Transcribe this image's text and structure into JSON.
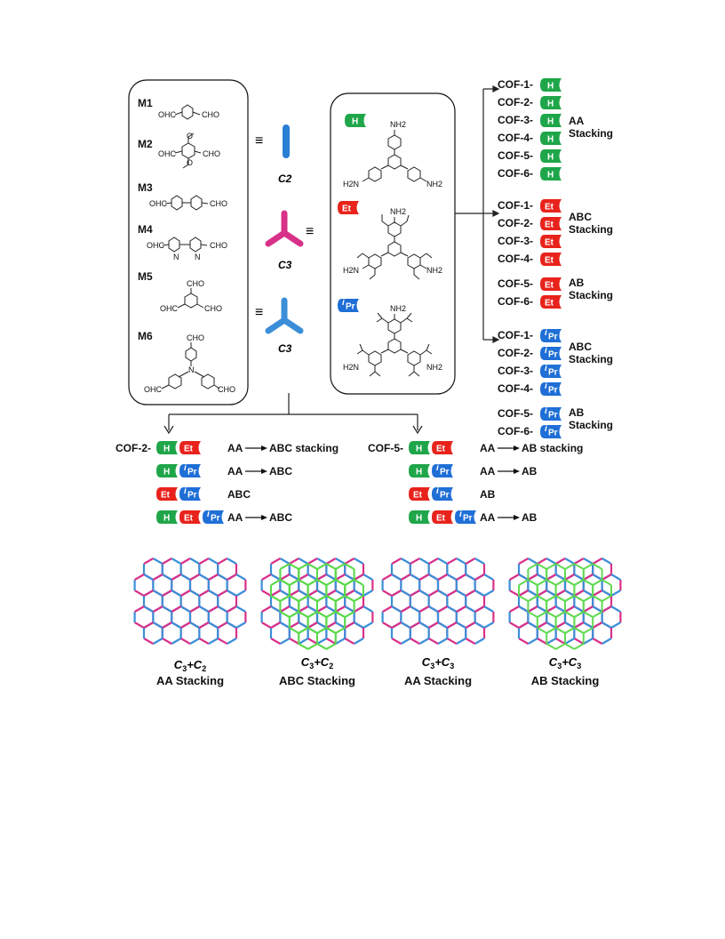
{
  "colors": {
    "H": "#1fa64a",
    "Et": "#e8231c",
    "iPr": "#1f6fd6",
    "c2_rod": "#2a7fd4",
    "c3_magenta": "#d8318a",
    "c3_blue": "#3a8fd8",
    "green_layer": "#5ad84a"
  },
  "monomers": [
    {
      "id": "M1",
      "formula_left": "OHC",
      "formula_right": "CHO"
    },
    {
      "id": "M2",
      "formula_left": "OHC",
      "formula_right": "CHO"
    },
    {
      "id": "M3",
      "formula_left": "OHC",
      "formula_right": "CHO"
    },
    {
      "id": "M4",
      "formula_left": "OHC",
      "formula_right": "CHO",
      "hetero": "N"
    },
    {
      "id": "M5",
      "formula_top": "CHO",
      "formula_left": "OHC",
      "formula_right": "CHO"
    },
    {
      "id": "M6",
      "formula_top": "CHO",
      "formula_left": "OHC",
      "formula_right": "CHO",
      "hetero": "N"
    }
  ],
  "symmetry": {
    "c2": "C2",
    "c3a": "C3",
    "c3b": "C3",
    "equiv": "≡"
  },
  "amines": {
    "tags": [
      "H",
      "Et",
      "iPr"
    ],
    "nh2": "NH2",
    "h2n": "H2N"
  },
  "tag_labels": {
    "H": "H",
    "Et": "Et",
    "iPr_sup": "i",
    "iPr_main": "Pr"
  },
  "cof_groups": [
    {
      "tag": "H",
      "items": [
        "COF-1-",
        "COF-2-",
        "COF-3-",
        "COF-4-",
        "COF-5-",
        "COF-6-"
      ],
      "notes": [
        {
          "text": "AA",
          "line2": "Stacking"
        }
      ]
    },
    {
      "tag": "Et",
      "items": [
        "COF-1-",
        "COF-2-",
        "COF-3-",
        "COF-4-",
        "COF-5-",
        "COF-6-"
      ],
      "notes": [
        {
          "text": "ABC",
          "line2": "Stacking"
        },
        {
          "text": "AB",
          "line2": "Stacking"
        }
      ]
    },
    {
      "tag": "iPr",
      "items": [
        "COF-1-",
        "COF-2-",
        "COF-3-",
        "COF-4-",
        "COF-5-",
        "COF-6-"
      ],
      "notes": [
        {
          "text": "ABC",
          "line2": "Stacking"
        },
        {
          "text": "AB",
          "line2": "Stacking"
        }
      ]
    }
  ],
  "mixed": {
    "left": {
      "prefix": "COF-2-",
      "rows": [
        {
          "tags": [
            "H",
            "Et"
          ],
          "from": "AA",
          "to": "ABC stacking"
        },
        {
          "tags": [
            "H",
            "iPr"
          ],
          "from": "AA",
          "to": "ABC"
        },
        {
          "tags": [
            "Et",
            "iPr"
          ],
          "from": "",
          "to": "ABC"
        },
        {
          "tags": [
            "H",
            "Et",
            "iPr"
          ],
          "from": "AA",
          "to": "ABC"
        }
      ]
    },
    "right": {
      "prefix": "COF-5-",
      "rows": [
        {
          "tags": [
            "H",
            "Et"
          ],
          "from": "AA",
          "to": "AB stacking"
        },
        {
          "tags": [
            "H",
            "iPr"
          ],
          "from": "AA",
          "to": "AB"
        },
        {
          "tags": [
            "Et",
            "iPr"
          ],
          "from": "",
          "to": "AB"
        },
        {
          "tags": [
            "H",
            "Et",
            "iPr"
          ],
          "from": "AA",
          "to": "AB"
        }
      ]
    }
  },
  "panels": [
    {
      "combo_a": "C",
      "sub_a": "3",
      "plus": "+",
      "combo_b": "C",
      "sub_b": "2",
      "caption": "AA Stacking",
      "green": "none"
    },
    {
      "combo_a": "C",
      "sub_a": "3",
      "plus": "+",
      "combo_b": "C",
      "sub_b": "2",
      "caption": "ABC Stacking",
      "green": "abc"
    },
    {
      "combo_a": "C",
      "sub_a": "3",
      "plus": "+",
      "combo_b": "C",
      "sub_b": "3",
      "caption": "AA Stacking",
      "green": "none"
    },
    {
      "combo_a": "C",
      "sub_a": "3",
      "plus": "+",
      "combo_b": "C",
      "sub_b": "3",
      "caption": "AB Stacking",
      "green": "ab"
    }
  ]
}
